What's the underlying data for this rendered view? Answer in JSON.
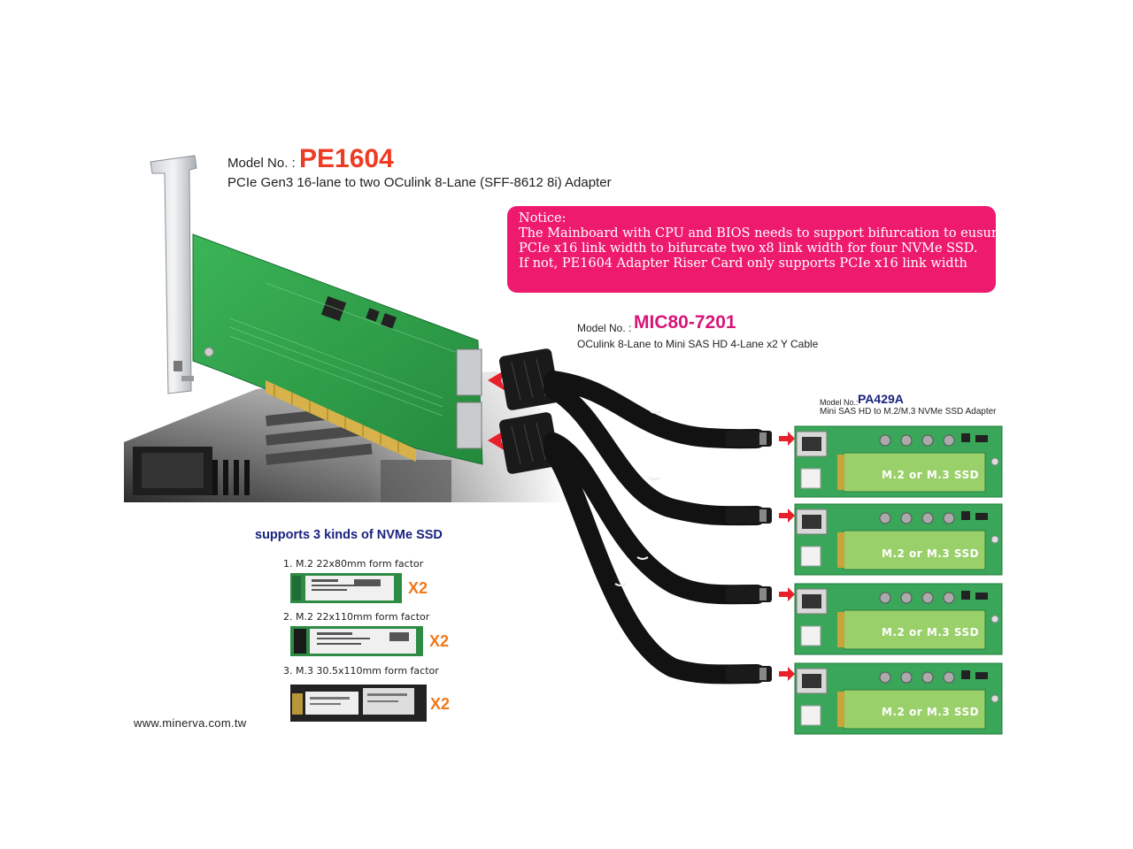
{
  "pe1604": {
    "model_prefix": "Model No. :",
    "model_no": "PE1604",
    "description": "PCIe Gen3 16-lane to two OCulink 8-Lane (SFF-8612 8i) Adapter"
  },
  "notice": {
    "lines": [
      "Notice:",
      "The Mainboard with CPU and BIOS needs to support bifurcation to eusure",
      "PCIe x16 link width to bifurcate two x8 link width for four NVMe SSD.",
      "If not, PE1604 Adapter  Riser Card only supports PCIe x16 link width"
    ]
  },
  "mic80": {
    "model_prefix": "Model No. :",
    "model_no": "MIC80-7201",
    "description": "OCulink 8-Lane to Mini SAS HD 4-Lane x2 Y Cable"
  },
  "pa429a": {
    "model_prefix": "Model No.:",
    "model_no": "PA429A",
    "description": "Mini SAS HD to M.2/M.3 NVMe SSD Adapter",
    "ssd_label": "M.2 or M.3 SSD"
  },
  "ssd_support": {
    "title": "supports 3 kinds of NVMe SSD",
    "items": [
      {
        "label": "1. M.2 22x80mm form factor",
        "qty": "X2"
      },
      {
        "label": "2. M.2 22x110mm form factor",
        "qty": "X2"
      },
      {
        "label": "3. M.3 30.5x110mm form factor",
        "qty": "X2"
      }
    ]
  },
  "website": "www.minerva.com.tw",
  "colors": {
    "pcb_green": "#2e9e4a",
    "notice_bg": "#ee1a6e",
    "pe_model": "#ee3b24",
    "mic_model": "#d8157a",
    "pa_model": "#1a237e",
    "arrow_red": "#e8202a",
    "qty_orange": "#f07a1a"
  }
}
